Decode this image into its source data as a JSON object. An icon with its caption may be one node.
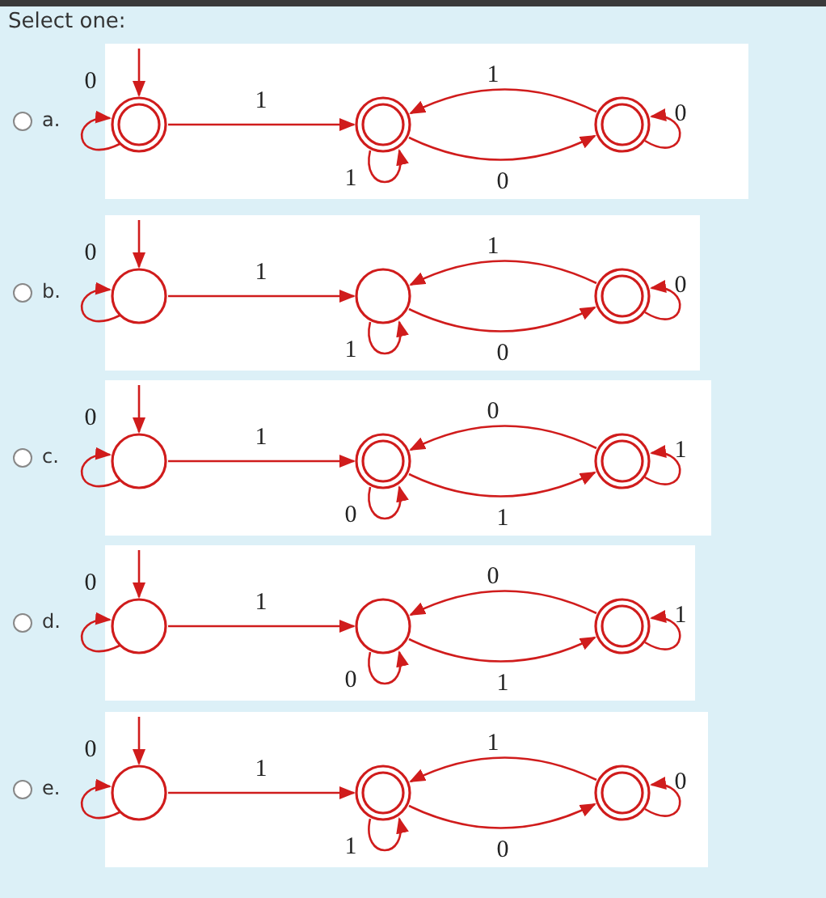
{
  "diagram": {
    "title": "Select one:",
    "nodes": [
      {
        "text": [
          "a."
        ]
      },
      {
        "text": [],
        "shape": "doublecircle",
        "in": 0
      },
      {
        "text": [],
        "shape": "doublecircle",
        "in": 0
      },
      {
        "text": [],
        "shape": "doublecircle",
        "in": 0
      },
      {
        "text": [
          "b."
        ]
      },
      {
        "text": [],
        "shape": "circle",
        "in": 4
      },
      {
        "text": [],
        "shape": "circle",
        "in": 4
      },
      {
        "text": [],
        "shape": "doublecircle",
        "in": 4
      },
      {
        "text": [
          "c."
        ]
      },
      {
        "text": [],
        "shape": "circle",
        "in": 8
      },
      {
        "text": [],
        "shape": "doublecircle",
        "in": 8
      },
      {
        "text": [],
        "shape": "doublecircle",
        "in": 8
      },
      {
        "text": [
          "d."
        ]
      },
      {
        "text": [],
        "shape": "circle",
        "in": 12
      },
      {
        "text": [],
        "shape": "circle",
        "in": 12
      },
      {
        "text": [],
        "shape": "doublecircle",
        "in": 12
      },
      {
        "text": [
          "e."
        ]
      },
      {
        "text": [],
        "shape": "circle",
        "in": 16
      },
      {
        "text": [],
        "shape": "doublecircle",
        "in": 16
      },
      {
        "text": [],
        "shape": "doublecircle",
        "in": 16
      }
    ],
    "edges": [
      {
        "from": null,
        "to": 1,
        "arrow": "to"
      },
      {
        "from": 1,
        "to": 1,
        "label": "0",
        "arrow": "to"
      },
      {
        "from": 1,
        "to": 2,
        "label": "1",
        "arrow": "to"
      },
      {
        "from": 2,
        "to": 2,
        "label": "1",
        "arrow": "to"
      },
      {
        "from": 3,
        "to": 2,
        "label": "1",
        "arrow": "to"
      },
      {
        "from": 2,
        "to": 3,
        "label": "0",
        "arrow": "to"
      },
      {
        "from": 3,
        "to": 3,
        "label": "0",
        "arrow": "to"
      },
      {
        "from": null,
        "to": 5,
        "arrow": "to"
      },
      {
        "from": 5,
        "to": 5,
        "label": "0",
        "arrow": "to"
      },
      {
        "from": 5,
        "to": 6,
        "label": "1",
        "arrow": "to"
      },
      {
        "from": 6,
        "to": 6,
        "label": "1",
        "arrow": "to"
      },
      {
        "from": 7,
        "to": 6,
        "label": "1",
        "arrow": "to"
      },
      {
        "from": 6,
        "to": 7,
        "label": "0",
        "arrow": "to"
      },
      {
        "from": 7,
        "to": 7,
        "label": "0",
        "arrow": "to"
      },
      {
        "from": null,
        "to": 9,
        "arrow": "to"
      },
      {
        "from": 9,
        "to": 9,
        "label": "0",
        "arrow": "to"
      },
      {
        "from": 9,
        "to": 10,
        "label": "1",
        "arrow": "to"
      },
      {
        "from": 10,
        "to": 10,
        "label": "0",
        "arrow": "to"
      },
      {
        "from": 11,
        "to": 10,
        "label": "0",
        "arrow": "to"
      },
      {
        "from": 10,
        "to": 11,
        "label": "1",
        "arrow": "to"
      },
      {
        "from": 11,
        "to": 11,
        "label": "1",
        "arrow": "to"
      },
      {
        "from": null,
        "to": 13,
        "arrow": "to"
      },
      {
        "from": 13,
        "to": 13,
        "label": "0",
        "arrow": "to"
      },
      {
        "from": 13,
        "to": 14,
        "label": "1",
        "arrow": "to"
      },
      {
        "from": 14,
        "to": 14,
        "label": "0",
        "arrow": "to"
      },
      {
        "from": 15,
        "to": 14,
        "label": "0",
        "arrow": "to"
      },
      {
        "from": 14,
        "to": 15,
        "label": "1",
        "arrow": "to"
      },
      {
        "from": 15,
        "to": 15,
        "label": "1",
        "arrow": "to"
      },
      {
        "from": null,
        "to": 17,
        "arrow": "to"
      },
      {
        "from": 17,
        "to": 17,
        "label": "0",
        "arrow": "to"
      },
      {
        "from": 17,
        "to": 18,
        "label": "1",
        "arrow": "to"
      },
      {
        "from": 18,
        "to": 18,
        "label": "1",
        "arrow": "to"
      },
      {
        "from": 19,
        "to": 18,
        "label": "1",
        "arrow": "to"
      },
      {
        "from": 18,
        "to": 19,
        "label": "0",
        "arrow": "to"
      },
      {
        "from": 19,
        "to": 19,
        "label": "0",
        "arrow": "to"
      }
    ]
  }
}
